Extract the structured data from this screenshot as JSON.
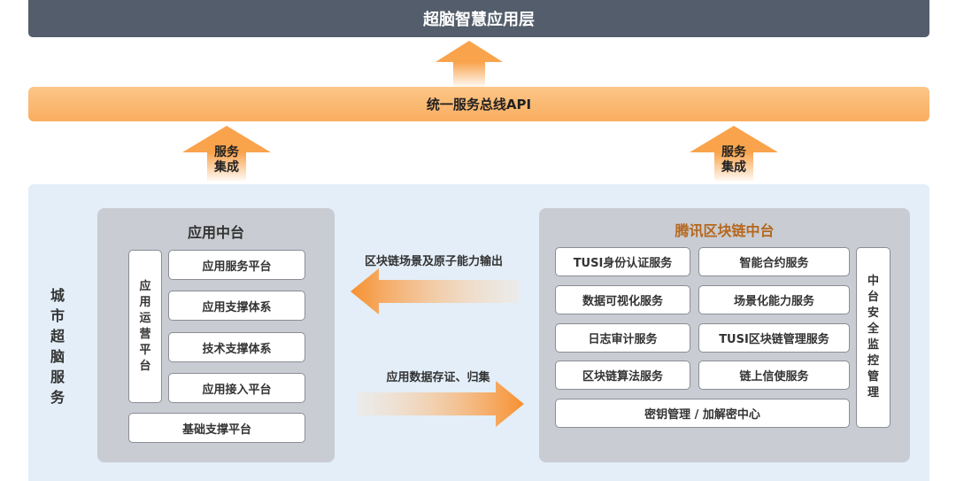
{
  "top_layer": {
    "title": "超脑智慧应用层"
  },
  "api_bus": {
    "title": "统一服务总线API"
  },
  "integration_arrows": [
    {
      "label_line1": "服务",
      "label_line2": "集成"
    },
    {
      "label_line1": "服务",
      "label_line2": "集成"
    }
  ],
  "city_services": {
    "label": [
      "城",
      "市",
      "超",
      "脑",
      "服",
      "务"
    ]
  },
  "app_platform": {
    "title": "应用中台",
    "ops_platform": [
      "应",
      "用",
      "运",
      "营",
      "平",
      "台"
    ],
    "items": [
      "应用服务平台",
      "应用支撑体系",
      "技术支撑体系",
      "应用接入平台"
    ],
    "base": "基础支撑平台"
  },
  "flows": {
    "output_label": "区块链场景及原子能力输出",
    "input_label": "应用数据存证、归集"
  },
  "blockchain_platform": {
    "title": "腾讯区块链中台",
    "services": [
      "TUSI身份认证服务",
      "智能合约服务",
      "数据可视化服务",
      "场景化能力服务",
      "日志审计服务",
      "TUSI区块链管理服务",
      "区块链算法服务",
      "链上信使服务"
    ],
    "key_center": "密钥管理 / 加解密中心",
    "security": [
      "中",
      "台",
      "安",
      "全",
      "监",
      "控",
      "管",
      "理"
    ]
  },
  "colors": {
    "top": "#535d6b",
    "orange": "#f9a34c",
    "panel": "#e3eef8",
    "gray": "#c9ccd2",
    "title_brown": "#b5671e"
  }
}
